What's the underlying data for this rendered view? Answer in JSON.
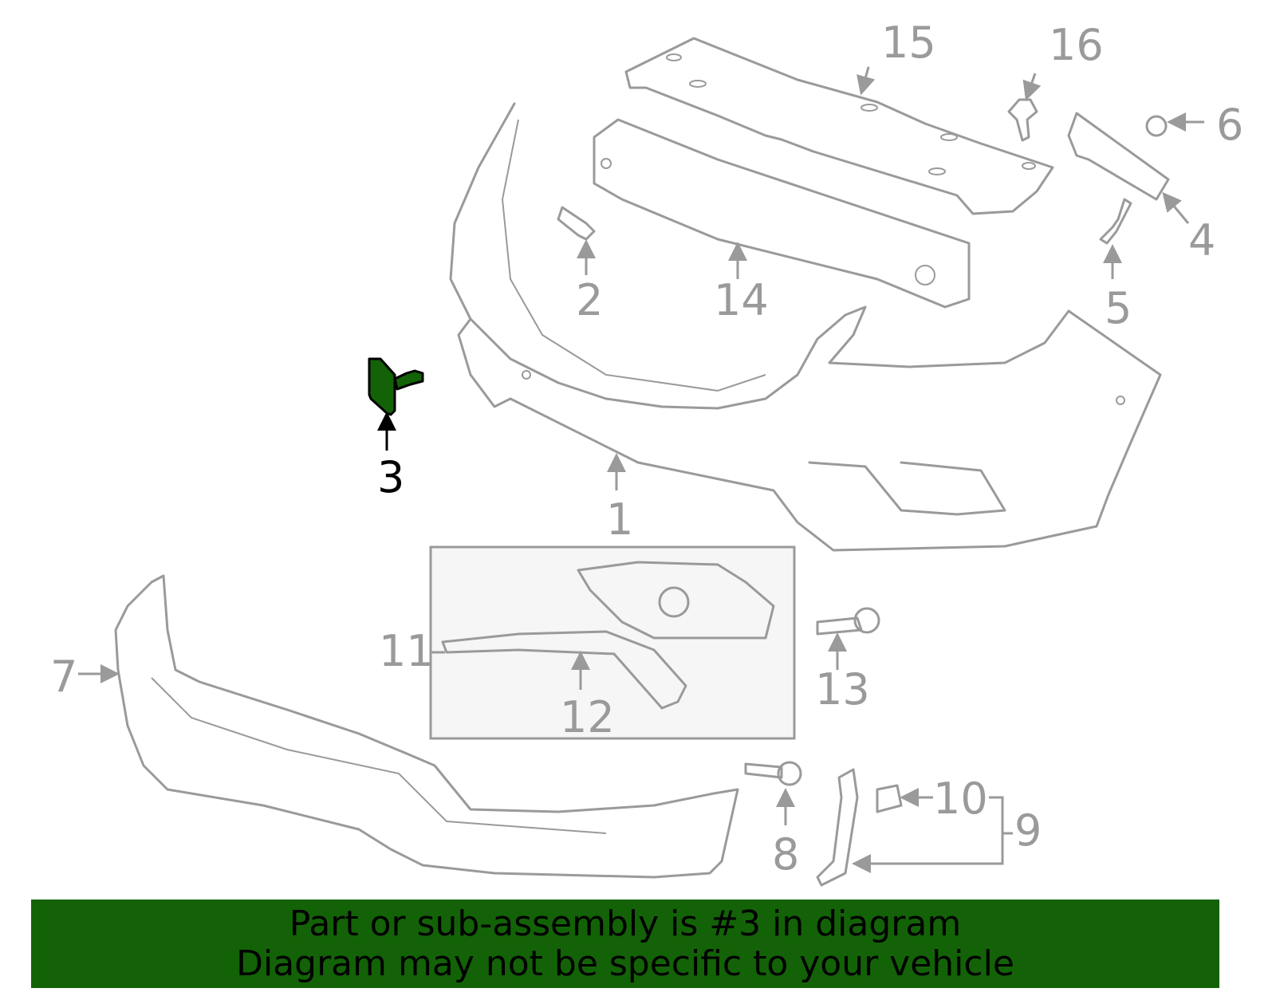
{
  "diagram": {
    "callouts": [
      {
        "id": "1",
        "label": "1"
      },
      {
        "id": "2",
        "label": "2"
      },
      {
        "id": "3",
        "label": "3",
        "selected": true
      },
      {
        "id": "4",
        "label": "4"
      },
      {
        "id": "5",
        "label": "5"
      },
      {
        "id": "6",
        "label": "6"
      },
      {
        "id": "7",
        "label": "7"
      },
      {
        "id": "8",
        "label": "8"
      },
      {
        "id": "9",
        "label": "9"
      },
      {
        "id": "10",
        "label": "10"
      },
      {
        "id": "11",
        "label": "11"
      },
      {
        "id": "12",
        "label": "12"
      },
      {
        "id": "13",
        "label": "13"
      },
      {
        "id": "14",
        "label": "14"
      },
      {
        "id": "15",
        "label": "15"
      },
      {
        "id": "16",
        "label": "16"
      }
    ],
    "highlight_color": "#136207",
    "line_color": "#9a9a9a"
  },
  "banner": {
    "line1": "Part or sub-assembly is #3 in diagram",
    "line2": "Diagram may not be specific to your vehicle"
  }
}
